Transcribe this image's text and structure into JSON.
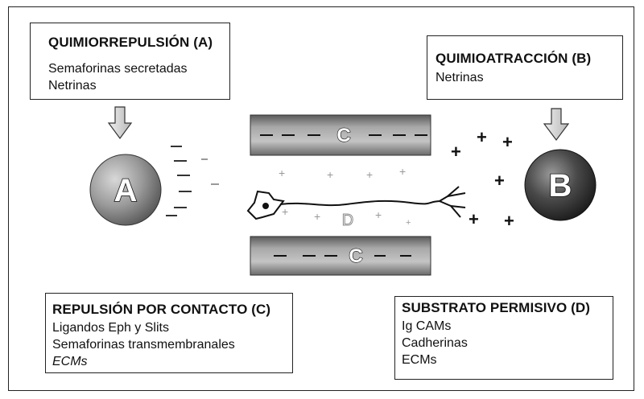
{
  "box_a": {
    "title": "QUIMIORREPULSIÓN (A)",
    "lines": [
      "Semaforinas secretadas",
      "Netrinas"
    ]
  },
  "box_b": {
    "title": "QUIMIOATRACCIÓN (B)",
    "lines": [
      "Netrinas"
    ]
  },
  "box_c": {
    "title": "REPULSIÓN POR CONTACTO (C)",
    "lines": [
      "Ligandos Eph y Slits",
      "Semaforinas transmembranales",
      "ECMs"
    ]
  },
  "box_d": {
    "title": "SUBSTRATO PERMISIVO (D)",
    "lines": [
      "Ig CAMs",
      "Cadherinas",
      "ECMs"
    ]
  },
  "diagram": {
    "sphere_a_label": "A",
    "sphere_b_label": "B",
    "band_top_label": "C",
    "band_bottom_label": "C",
    "substrate_label": "D",
    "plus_sign": "+",
    "minus_sign": "—"
  },
  "colors": {
    "sphere_a": "#8a8a8a",
    "sphere_b": "#4a4a4a",
    "band": "#9a9a9a",
    "arrow_fill": "#d0d0d0",
    "ink": "#111111"
  },
  "icons": [
    "down-arrow-icon",
    "growth-cone-icon",
    "neuron-soma-icon"
  ]
}
